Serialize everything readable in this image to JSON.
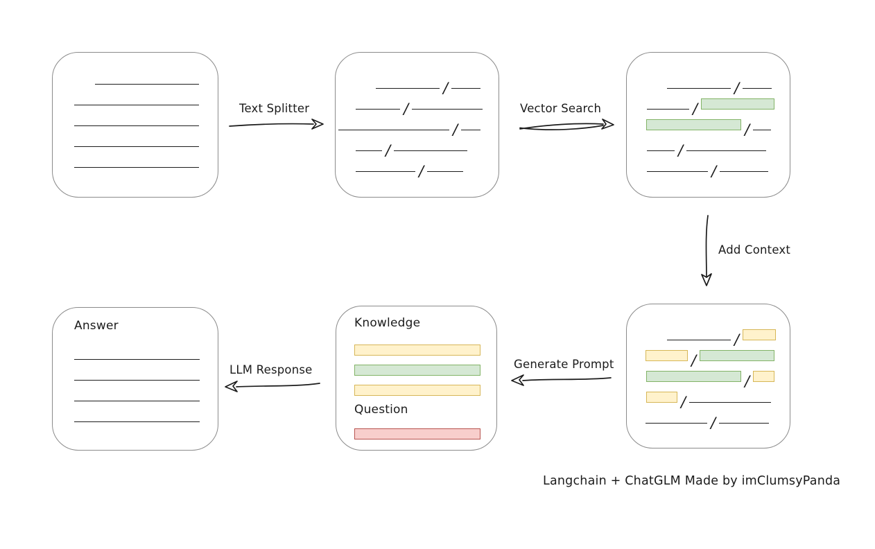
{
  "title": "Langchain + ChatGLM pipeline diagram",
  "footer": {
    "credit": "Langchain + ChatGLM Made by imClumsyPanda"
  },
  "separator": "/",
  "colors": {
    "box_border": "#8a8a8a",
    "ink": "#1b1b1b",
    "green_fill": "#d5e8d4",
    "green_stroke": "#82b366",
    "yellow_fill": "#fff2cc",
    "yellow_stroke": "#d6b656",
    "red_fill": "#f8cecc",
    "red_stroke": "#b85450"
  },
  "arrows": {
    "text_splitter": {
      "label": "Text Splitter"
    },
    "vector_search": {
      "label": "Vector Search"
    },
    "add_context": {
      "label": "Add Context"
    },
    "generate_prompt": {
      "label": "Generate Prompt"
    },
    "llm_response": {
      "label": "LLM Response"
    }
  },
  "boxes": {
    "document": {
      "rows": [
        {
          "ind": 57,
          "segs": [
            {
              "t": "line",
              "w": 150
            }
          ]
        },
        {
          "ind": 27,
          "segs": [
            {
              "t": "line",
              "w": 180
            }
          ]
        },
        {
          "ind": 27,
          "segs": [
            {
              "t": "line",
              "w": 180
            }
          ]
        },
        {
          "ind": 27,
          "segs": [
            {
              "t": "line",
              "w": 180
            }
          ]
        },
        {
          "ind": 27,
          "segs": [
            {
              "t": "line",
              "w": 180
            }
          ]
        }
      ]
    },
    "chunks": {
      "rows": [
        {
          "ind": 54,
          "segs": [
            {
              "t": "line",
              "w": 92
            },
            {
              "t": "sep"
            },
            {
              "t": "line",
              "w": 42
            }
          ]
        },
        {
          "ind": 25,
          "segs": [
            {
              "t": "line",
              "w": 64
            },
            {
              "t": "sep"
            },
            {
              "t": "line",
              "w": 102
            }
          ]
        },
        {
          "ind": 0,
          "segs": [
            {
              "t": "line",
              "w": 160
            },
            {
              "t": "sep"
            },
            {
              "t": "line",
              "w": 28
            }
          ]
        },
        {
          "ind": 25,
          "segs": [
            {
              "t": "line",
              "w": 38
            },
            {
              "t": "sep"
            },
            {
              "t": "line",
              "w": 106
            }
          ]
        },
        {
          "ind": 25,
          "segs": [
            {
              "t": "line",
              "w": 86
            },
            {
              "t": "sep"
            },
            {
              "t": "line",
              "w": 52
            }
          ]
        }
      ]
    },
    "matched_chunks": {
      "rows": [
        {
          "ind": 54,
          "segs": [
            {
              "t": "line",
              "w": 92
            },
            {
              "t": "sep"
            },
            {
              "t": "line",
              "w": 42
            }
          ]
        },
        {
          "ind": 25,
          "segs": [
            {
              "t": "line",
              "w": 61
            },
            {
              "t": "sep"
            },
            {
              "t": "green",
              "w": 106
            }
          ]
        },
        {
          "ind": 24,
          "segs": [
            {
              "t": "green",
              "w": 137
            },
            {
              "t": "sep"
            },
            {
              "t": "line",
              "w": 26
            }
          ]
        },
        {
          "ind": 25,
          "segs": [
            {
              "t": "line",
              "w": 40
            },
            {
              "t": "sep"
            },
            {
              "t": "line",
              "w": 115
            }
          ]
        },
        {
          "ind": 25,
          "segs": [
            {
              "t": "line",
              "w": 88
            },
            {
              "t": "sep"
            },
            {
              "t": "line",
              "w": 70
            }
          ]
        }
      ]
    },
    "context_chunks": {
      "rows": [
        {
          "ind": 54,
          "segs": [
            {
              "t": "line",
              "w": 92
            },
            {
              "t": "sep"
            },
            {
              "t": "yellow",
              "w": 48
            }
          ]
        },
        {
          "ind": 23,
          "segs": [
            {
              "t": "yellow",
              "w": 61
            },
            {
              "t": "sep"
            },
            {
              "t": "green",
              "w": 108
            }
          ]
        },
        {
          "ind": 24,
          "segs": [
            {
              "t": "green",
              "w": 137
            },
            {
              "t": "sep"
            },
            {
              "t": "yellow",
              "w": 31
            }
          ]
        },
        {
          "ind": 24,
          "segs": [
            {
              "t": "yellow",
              "w": 45
            },
            {
              "t": "sep"
            },
            {
              "t": "line",
              "w": 118
            }
          ]
        },
        {
          "ind": 23,
          "segs": [
            {
              "t": "line",
              "w": 89
            },
            {
              "t": "sep"
            },
            {
              "t": "line",
              "w": 72
            }
          ]
        }
      ]
    },
    "prompt": {
      "knowledge_label": "Knowledge",
      "question_label": "Question",
      "knowledge_rows": [
        {
          "segs": [
            {
              "t": "yellow",
              "w": 182
            }
          ]
        },
        {
          "segs": [
            {
              "t": "green",
              "w": 182
            }
          ]
        },
        {
          "segs": [
            {
              "t": "yellow",
              "w": 182
            }
          ]
        }
      ],
      "question_rows": [
        {
          "segs": [
            {
              "t": "red",
              "w": 182
            }
          ]
        }
      ]
    },
    "answer": {
      "label": "Answer",
      "rows": [
        {
          "ind": 0,
          "segs": [
            {
              "t": "line",
              "w": 181
            }
          ]
        },
        {
          "ind": 0,
          "segs": [
            {
              "t": "line",
              "w": 181
            }
          ]
        },
        {
          "ind": 0,
          "segs": [
            {
              "t": "line",
              "w": 181
            }
          ]
        },
        {
          "ind": 0,
          "segs": [
            {
              "t": "line",
              "w": 181
            }
          ]
        }
      ]
    }
  }
}
